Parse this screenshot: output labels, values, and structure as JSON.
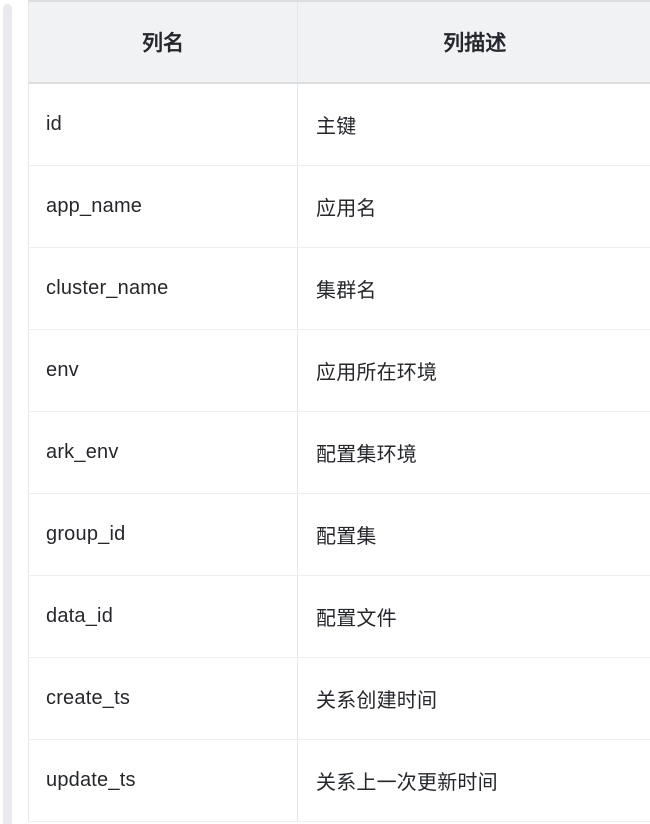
{
  "table": {
    "columns": [
      {
        "key": "name",
        "label": "列名"
      },
      {
        "key": "description",
        "label": "列描述"
      }
    ],
    "rows": [
      {
        "name": "id",
        "description": "主键"
      },
      {
        "name": "app_name",
        "description": "应用名"
      },
      {
        "name": "cluster_name",
        "description": "集群名"
      },
      {
        "name": "env",
        "description": "应用所在环境"
      },
      {
        "name": "ark_env",
        "description": "配置集环境"
      },
      {
        "name": "group_id",
        "description": "配置集"
      },
      {
        "name": "data_id",
        "description": "配置文件"
      },
      {
        "name": "create_ts",
        "description": "关系创建时间"
      },
      {
        "name": "update_ts",
        "description": "关系上一次更新时间"
      }
    ]
  },
  "colors": {
    "header_bg": "#f1f2f4",
    "outer_border": "#dcdee2",
    "divider": "#e4e6e9",
    "row_border": "#eceef0",
    "text": "#25272c",
    "strip": "#e8eaed",
    "page_bg": "#ffffff"
  }
}
